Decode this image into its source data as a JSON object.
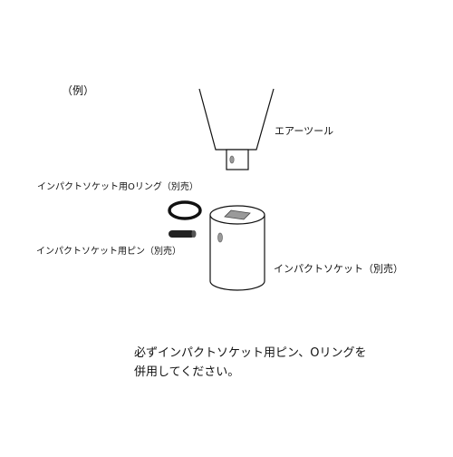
{
  "labels": {
    "example": "（例）",
    "air_tool": "エアーツール",
    "o_ring": "インパクトソケット用Oリング（別売）",
    "pin": "インパクトソケット用ピン（別売）",
    "socket": "インパクトソケット（別売）"
  },
  "note": {
    "line1": "必ずインパクトソケット用ピン、Oリングを",
    "line2": "併用してください。"
  },
  "colors": {
    "line": "#111111",
    "pin_fill": "#222222",
    "shade": "#9a9a9a"
  }
}
